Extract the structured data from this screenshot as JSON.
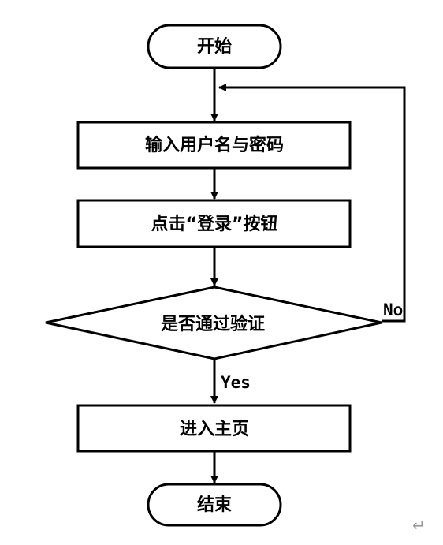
{
  "diagram": {
    "type": "flowchart",
    "nodes": {
      "start": {
        "shape": "terminator",
        "label": "开始"
      },
      "input": {
        "shape": "process",
        "label": "输入用户名与密码"
      },
      "click": {
        "shape": "process",
        "label": "点击“登录”按钮"
      },
      "verify": {
        "shape": "decision",
        "label": "是否通过验证"
      },
      "home": {
        "shape": "process",
        "label": "进入主页"
      },
      "end": {
        "shape": "terminator",
        "label": "结束"
      }
    },
    "edges": [
      {
        "from": "start",
        "to": "input",
        "label": ""
      },
      {
        "from": "input",
        "to": "click",
        "label": ""
      },
      {
        "from": "click",
        "to": "verify",
        "label": ""
      },
      {
        "from": "verify",
        "to": "home",
        "label": "Yes"
      },
      {
        "from": "verify",
        "to": "input",
        "label": "No"
      },
      {
        "from": "home",
        "to": "end",
        "label": ""
      }
    ],
    "return_mark": "↵"
  }
}
